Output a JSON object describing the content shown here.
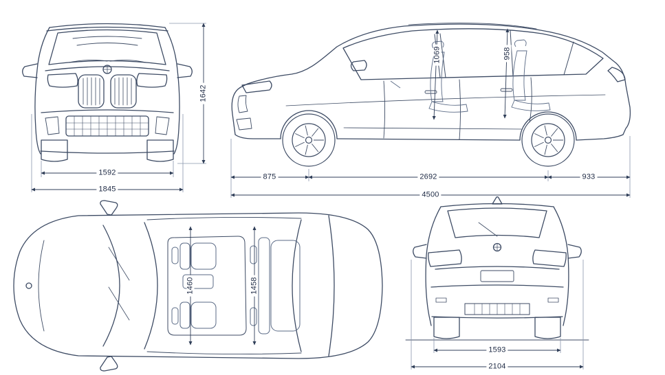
{
  "palette": {
    "line": "#3c4a63",
    "dim_line": "#2f3e58",
    "extension_line": "#8a96ad",
    "background": "#ffffff",
    "label_text": "#1e2a44"
  },
  "views": {
    "front": {
      "name": "front-view",
      "track_width": "1592",
      "overall_width": "1845",
      "overall_height": "1642"
    },
    "side": {
      "name": "side-view",
      "front_headroom": "1069",
      "rear_headroom": "958",
      "front_overhang": "875",
      "wheelbase": "2692",
      "rear_overhang": "933",
      "overall_length": "4500"
    },
    "top": {
      "name": "top-view",
      "front_interior_width": "1460",
      "rear_interior_width": "1458"
    },
    "rear": {
      "name": "rear-view",
      "track_width": "1593",
      "width_incl_mirrors": "2104"
    }
  }
}
